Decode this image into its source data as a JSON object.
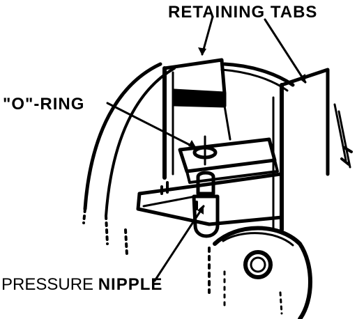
{
  "labels": {
    "retaining_tabs": "RETAINING TABS",
    "o_ring": "\"O\"-RING",
    "pressure": "PRESSURE",
    "nipple": "NIPPLE"
  },
  "colors": {
    "ink": "#000000",
    "paper": "#ffffff"
  }
}
